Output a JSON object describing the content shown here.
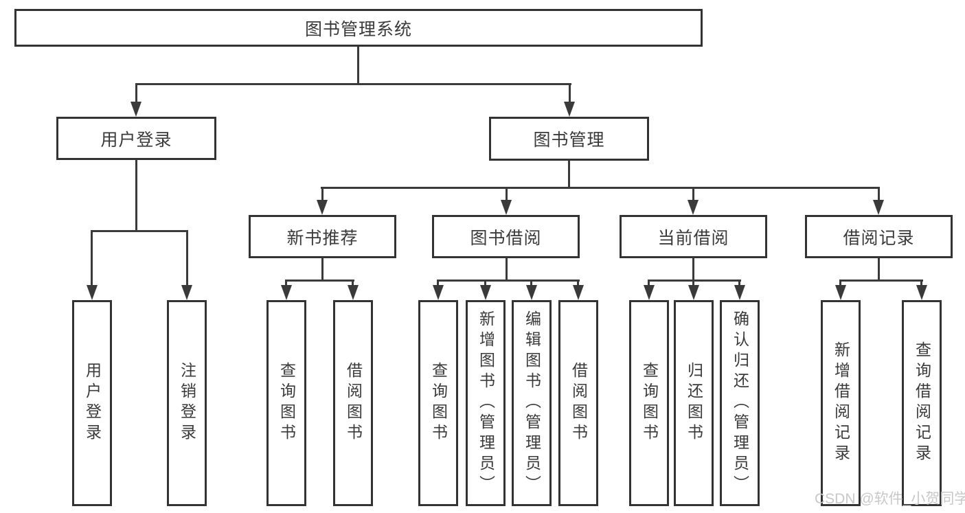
{
  "diagram": {
    "title": "图书管理系统",
    "nodes": {
      "root": "图书管理系统",
      "user_login": "用户登录",
      "book_mgmt": "图书管理",
      "new_book_rec": "新书推荐",
      "book_borrow": "图书借阅",
      "current_borrow": "当前借阅",
      "borrow_record": "借阅记录",
      "leaf_user_login": "用户登录",
      "leaf_logout": "注销登录",
      "nb_query_book": "查询图书",
      "nb_borrow_book": "借阅图书",
      "bb_query_book": "查询图书",
      "bb_add_book": "新增图书（管理员）",
      "bb_edit_book": "编辑图书（管理员）",
      "bb_borrow_book": "借阅图书",
      "cb_query_book": "查询图书",
      "cb_return_book": "归还图书",
      "cb_confirm_return": "确认归还（管理员）",
      "br_add_record": "新增借阅记录",
      "br_query_record": "查询借阅记录"
    },
    "tree": {
      "图书管理系统": {
        "用户登录": [
          "用户登录",
          "注销登录"
        ],
        "图书管理": {
          "新书推荐": [
            "查询图书",
            "借阅图书"
          ],
          "图书借阅": [
            "查询图书",
            "新增图书（管理员）",
            "编辑图书（管理员）",
            "借阅图书"
          ],
          "当前借阅": [
            "查询图书",
            "归还图书",
            "确认归还（管理员）"
          ],
          "借阅记录": [
            "新增借阅记录",
            "查询借阅记录"
          ]
        }
      }
    },
    "colors": {
      "line": "#3a3a3a",
      "border": "#333333",
      "text": "#3a3a3a",
      "watermark": "#c8c8c8",
      "background": "#ffffff"
    }
  },
  "watermark": {
    "text": "CSDN @软件_小贺同学"
  }
}
